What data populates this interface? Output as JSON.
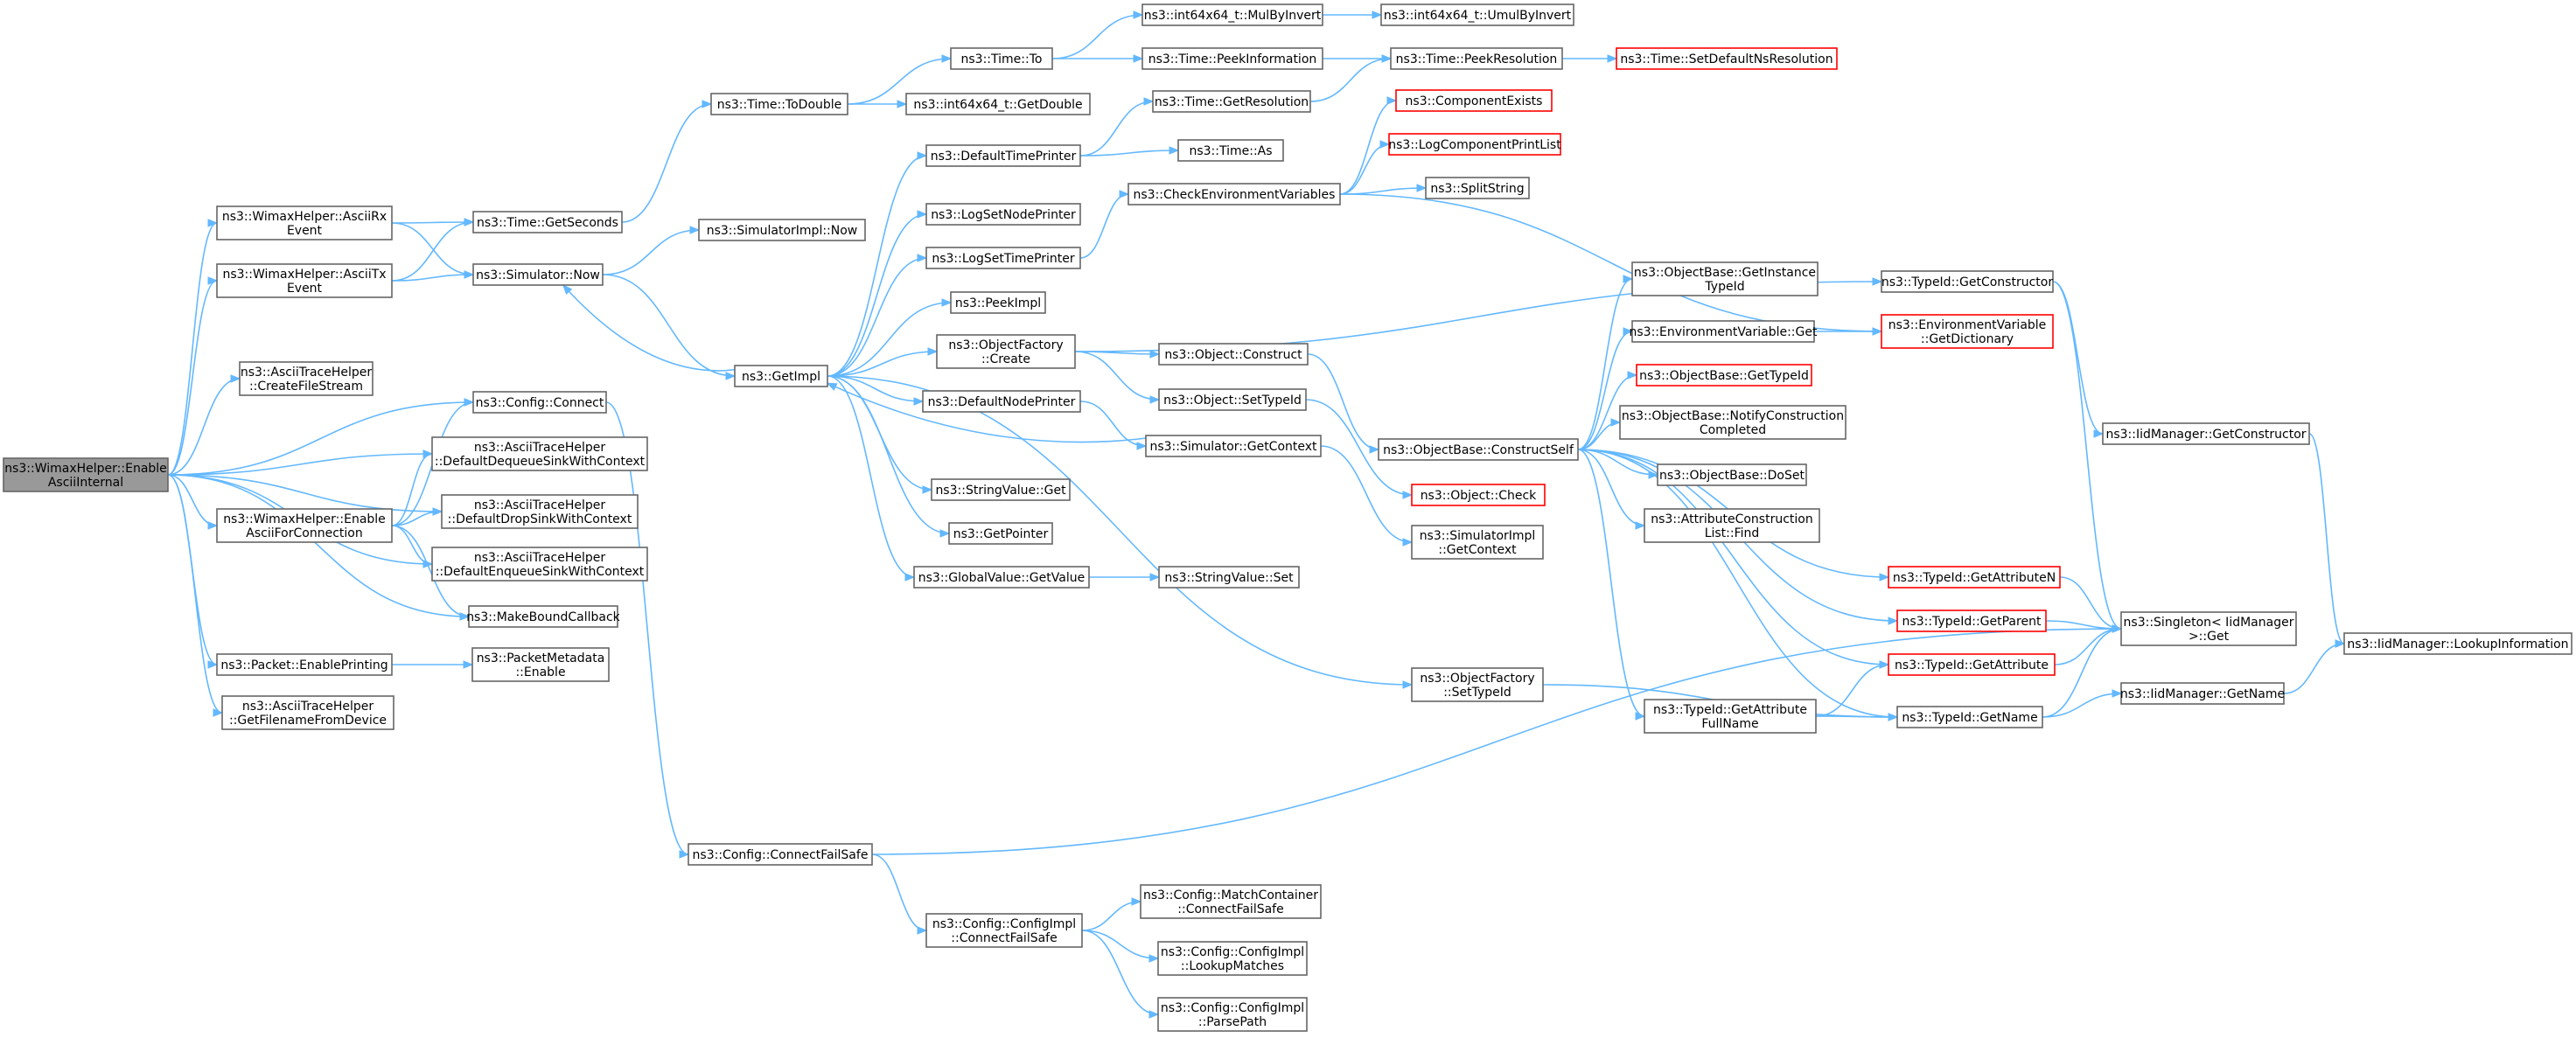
{
  "nodes": {
    "n0": {
      "lines": [
        "ns3::WimaxHelper::Enable",
        "AsciiInternal"
      ],
      "style": "root"
    },
    "n1": {
      "lines": [
        "ns3::WimaxHelper::AsciiRx",
        "Event"
      ]
    },
    "n2": {
      "lines": [
        "ns3::WimaxHelper::AsciiTx",
        "Event"
      ]
    },
    "n3": {
      "lines": [
        "ns3::AsciiTraceHelper",
        "::CreateFileStream"
      ]
    },
    "n4": {
      "lines": [
        "ns3::WimaxHelper::Enable",
        "AsciiForConnection"
      ]
    },
    "n5": {
      "lines": [
        "ns3::Packet::EnablePrinting"
      ]
    },
    "n6": {
      "lines": [
        "ns3::AsciiTraceHelper",
        "::GetFilenameFromDevice"
      ]
    },
    "n7": {
      "lines": [
        "ns3::Time::GetSeconds"
      ]
    },
    "n8": {
      "lines": [
        "ns3::Simulator::Now"
      ]
    },
    "n9": {
      "lines": [
        "ns3::Config::Connect"
      ]
    },
    "n10": {
      "lines": [
        "ns3::AsciiTraceHelper",
        "::DefaultDequeueSinkWithContext"
      ]
    },
    "n11": {
      "lines": [
        "ns3::AsciiTraceHelper",
        "::DefaultDropSinkWithContext"
      ]
    },
    "n12": {
      "lines": [
        "ns3::AsciiTraceHelper",
        "::DefaultEnqueueSinkWithContext"
      ]
    },
    "n13": {
      "lines": [
        "ns3::MakeBoundCallback"
      ]
    },
    "n14": {
      "lines": [
        "ns3::PacketMetadata",
        "::Enable"
      ]
    },
    "n15": {
      "lines": [
        "ns3::Time::ToDouble"
      ]
    },
    "n16": {
      "lines": [
        "ns3::SimulatorImpl::Now"
      ]
    },
    "n17": {
      "lines": [
        "ns3::GetImpl"
      ]
    },
    "n18": {
      "lines": [
        "ns3::Config::ConnectFailSafe"
      ]
    },
    "n19": {
      "lines": [
        "ns3::Time::To"
      ]
    },
    "n20": {
      "lines": [
        "ns3::int64x64_t::GetDouble"
      ]
    },
    "n21": {
      "lines": [
        "ns3::DefaultTimePrinter"
      ]
    },
    "n22": {
      "lines": [
        "ns3::LogSetNodePrinter"
      ]
    },
    "n23": {
      "lines": [
        "ns3::LogSetTimePrinter"
      ]
    },
    "n24": {
      "lines": [
        "ns3::PeekImpl"
      ]
    },
    "n25": {
      "lines": [
        "ns3::ObjectFactory",
        "::Create"
      ]
    },
    "n26": {
      "lines": [
        "ns3::DefaultNodePrinter"
      ]
    },
    "n27": {
      "lines": [
        "ns3::StringValue::Get"
      ]
    },
    "n28": {
      "lines": [
        "ns3::GetPointer"
      ]
    },
    "n29": {
      "lines": [
        "ns3::GlobalValue::GetValue"
      ]
    },
    "n30": {
      "lines": [
        "ns3::Config::ConfigImpl",
        "::ConnectFailSafe"
      ]
    },
    "n31": {
      "lines": [
        "ns3::int64x64_t::MulByInvert"
      ]
    },
    "n32": {
      "lines": [
        "ns3::Time::PeekInformation"
      ]
    },
    "n33": {
      "lines": [
        "ns3::Time::GetResolution"
      ]
    },
    "n34": {
      "lines": [
        "ns3::Time::As"
      ]
    },
    "n35": {
      "lines": [
        "ns3::CheckEnvironmentVariables"
      ]
    },
    "n36": {
      "lines": [
        "ns3::Object::Construct"
      ]
    },
    "n37": {
      "lines": [
        "ns3::Object::SetTypeId"
      ]
    },
    "n38": {
      "lines": [
        "ns3::Simulator::GetContext"
      ]
    },
    "n39": {
      "lines": [
        "ns3::StringValue::Set"
      ]
    },
    "n40": {
      "lines": [
        "ns3::ObjectFactory",
        "::SetTypeId"
      ]
    },
    "n41": {
      "lines": [
        "ns3::Config::MatchContainer",
        "::ConnectFailSafe"
      ]
    },
    "n42": {
      "lines": [
        "ns3::Config::ConfigImpl",
        "::LookupMatches"
      ]
    },
    "n43": {
      "lines": [
        "ns3::Config::ConfigImpl",
        "::ParsePath"
      ]
    },
    "n44": {
      "lines": [
        "ns3::int64x64_t::UmulByInvert"
      ]
    },
    "n45": {
      "lines": [
        "ns3::Time::PeekResolution"
      ]
    },
    "n46": {
      "lines": [
        "ns3::ComponentExists"
      ],
      "style": "red"
    },
    "n47": {
      "lines": [
        "ns3::LogComponentPrintList"
      ],
      "style": "red"
    },
    "n48": {
      "lines": [
        "ns3::SplitString"
      ]
    },
    "n49": {
      "lines": [
        "ns3::ObjectBase::GetInstance",
        "TypeId"
      ]
    },
    "n50": {
      "lines": [
        "ns3::EnvironmentVariable::Get"
      ]
    },
    "n51": {
      "lines": [
        "ns3::ObjectBase::GetTypeId"
      ],
      "style": "red"
    },
    "n52": {
      "lines": [
        "ns3::ObjectBase::ConstructSelf"
      ]
    },
    "n53": {
      "lines": [
        "ns3::ObjectBase::NotifyConstruction",
        "Completed"
      ]
    },
    "n54": {
      "lines": [
        "ns3::ObjectBase::DoSet"
      ]
    },
    "n55": {
      "lines": [
        "ns3::AttributeConstruction",
        "List::Find"
      ]
    },
    "n56": {
      "lines": [
        "ns3::Object::Check"
      ],
      "style": "red"
    },
    "n57": {
      "lines": [
        "ns3::SimulatorImpl",
        "::GetContext"
      ]
    },
    "n58": {
      "lines": [
        "ns3::TypeId::GetAttribute",
        "FullName"
      ]
    },
    "n59": {
      "lines": [
        "ns3::Time::SetDefaultNsResolution"
      ],
      "style": "red"
    },
    "n60": {
      "lines": [
        "ns3::TypeId::GetConstructor"
      ]
    },
    "n61": {
      "lines": [
        "ns3::EnvironmentVariable",
        "::GetDictionary"
      ],
      "style": "red"
    },
    "n62": {
      "lines": [
        "ns3::TypeId::GetAttributeN"
      ],
      "style": "red"
    },
    "n63": {
      "lines": [
        "ns3::TypeId::GetParent"
      ],
      "style": "red"
    },
    "n64": {
      "lines": [
        "ns3::TypeId::GetAttribute"
      ],
      "style": "red"
    },
    "n65": {
      "lines": [
        "ns3::TypeId::GetName"
      ]
    },
    "n66": {
      "lines": [
        "ns3::IidManager::GetConstructor"
      ]
    },
    "n67": {
      "lines": [
        "ns3::Singleton< IidManager",
        " >::Get"
      ]
    },
    "n68": {
      "lines": [
        "ns3::IidManager::GetName"
      ]
    },
    "n69": {
      "lines": [
        "ns3::IidManager::LookupInformation"
      ]
    }
  },
  "edges": [
    [
      "n0",
      "n1"
    ],
    [
      "n0",
      "n2"
    ],
    [
      "n0",
      "n9"
    ],
    [
      "n0",
      "n3"
    ],
    [
      "n0",
      "n10"
    ],
    [
      "n0",
      "n11"
    ],
    [
      "n0",
      "n12"
    ],
    [
      "n0",
      "n4"
    ],
    [
      "n0",
      "n13"
    ],
    [
      "n0",
      "n5"
    ],
    [
      "n0",
      "n6"
    ],
    [
      "n1",
      "n7"
    ],
    [
      "n1",
      "n8"
    ],
    [
      "n2",
      "n7"
    ],
    [
      "n2",
      "n8"
    ],
    [
      "n4",
      "n9"
    ],
    [
      "n4",
      "n10"
    ],
    [
      "n4",
      "n11"
    ],
    [
      "n4",
      "n12"
    ],
    [
      "n4",
      "n13"
    ],
    [
      "n5",
      "n14"
    ],
    [
      "n7",
      "n15"
    ],
    [
      "n8",
      "n16"
    ],
    [
      "n8",
      "n17"
    ],
    [
      "n9",
      "n18"
    ],
    [
      "n15",
      "n19"
    ],
    [
      "n15",
      "n20"
    ],
    [
      "n17",
      "n21"
    ],
    [
      "n17",
      "n22"
    ],
    [
      "n17",
      "n23"
    ],
    [
      "n17",
      "n24"
    ],
    [
      "n17",
      "n25"
    ],
    [
      "n17",
      "n26"
    ],
    [
      "n17",
      "n27"
    ],
    [
      "n17",
      "n28"
    ],
    [
      "n17",
      "n29"
    ],
    [
      "n17",
      "n8"
    ],
    [
      "n17",
      "n40"
    ],
    [
      "n18",
      "n30"
    ],
    [
      "n18",
      "n67"
    ],
    [
      "n19",
      "n31"
    ],
    [
      "n19",
      "n32"
    ],
    [
      "n21",
      "n33"
    ],
    [
      "n21",
      "n34"
    ],
    [
      "n23",
      "n35"
    ],
    [
      "n25",
      "n36"
    ],
    [
      "n25",
      "n37"
    ],
    [
      "n25",
      "n60"
    ],
    [
      "n26",
      "n38"
    ],
    [
      "n29",
      "n39"
    ],
    [
      "n30",
      "n41"
    ],
    [
      "n30",
      "n42"
    ],
    [
      "n30",
      "n43"
    ],
    [
      "n31",
      "n44"
    ],
    [
      "n32",
      "n45"
    ],
    [
      "n33",
      "n45"
    ],
    [
      "n35",
      "n46"
    ],
    [
      "n35",
      "n47"
    ],
    [
      "n35",
      "n48"
    ],
    [
      "n35",
      "n61"
    ],
    [
      "n36",
      "n52"
    ],
    [
      "n37",
      "n56"
    ],
    [
      "n38",
      "n57"
    ],
    [
      "n38",
      "n17"
    ],
    [
      "n40",
      "n65"
    ],
    [
      "n45",
      "n59"
    ],
    [
      "n50",
      "n61"
    ],
    [
      "n52",
      "n49"
    ],
    [
      "n52",
      "n50"
    ],
    [
      "n52",
      "n51"
    ],
    [
      "n52",
      "n53"
    ],
    [
      "n52",
      "n54"
    ],
    [
      "n52",
      "n55"
    ],
    [
      "n52",
      "n62"
    ],
    [
      "n52",
      "n63"
    ],
    [
      "n52",
      "n64"
    ],
    [
      "n52",
      "n58"
    ],
    [
      "n52",
      "n65"
    ],
    [
      "n58",
      "n64"
    ],
    [
      "n58",
      "n65"
    ],
    [
      "n60",
      "n66"
    ],
    [
      "n60",
      "n67"
    ],
    [
      "n62",
      "n67"
    ],
    [
      "n63",
      "n67"
    ],
    [
      "n64",
      "n67"
    ],
    [
      "n65",
      "n67"
    ],
    [
      "n65",
      "n68"
    ],
    [
      "n66",
      "n69"
    ],
    [
      "n68",
      "n69"
    ]
  ]
}
